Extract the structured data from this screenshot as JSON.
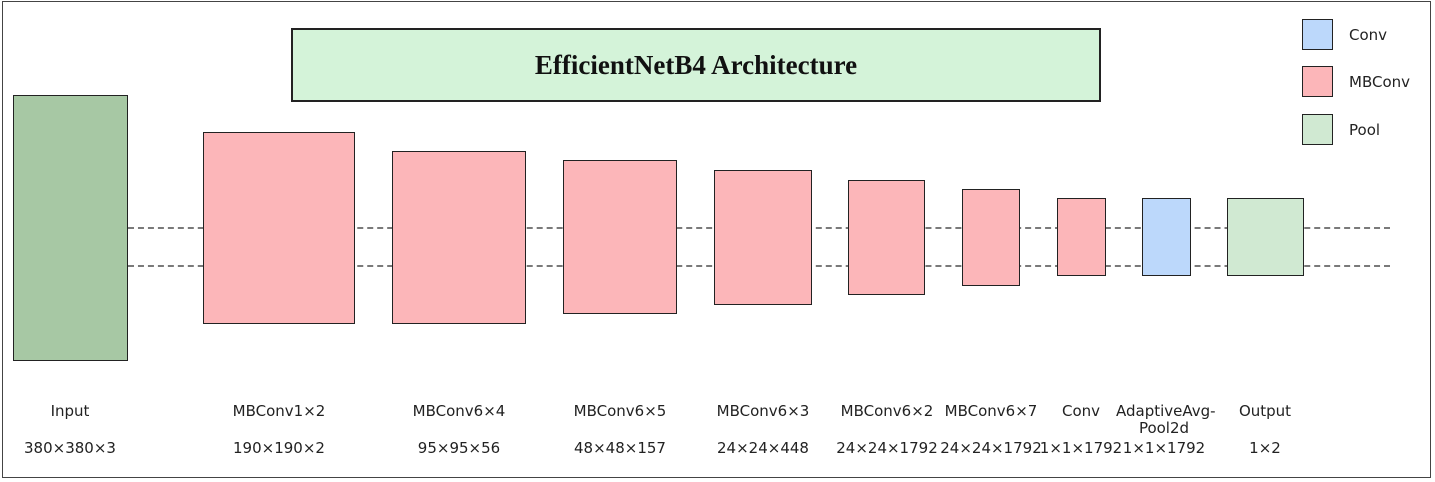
{
  "title": "EfficientNetB4 Architecture",
  "colors": {
    "Conv": "#bcd8fb",
    "MBConv": "#fcb6b9",
    "Pool": "#d0e9d2",
    "Input": "#a7c8a4"
  },
  "legend": [
    {
      "label": "Conv",
      "type": "Conv"
    },
    {
      "label": "MBConv",
      "type": "MBConv"
    },
    {
      "label": "Pool",
      "type": "Pool"
    }
  ],
  "layers": [
    {
      "label": "Input",
      "dims": "380×380×3",
      "type": "Input"
    },
    {
      "label": "MBConv1×2",
      "dims": "190×190×2",
      "type": "MBConv"
    },
    {
      "label": "MBConv6×4",
      "dims": "95×95×56",
      "type": "MBConv"
    },
    {
      "label": "MBConv6×5",
      "dims": "48×48×157",
      "type": "MBConv"
    },
    {
      "label": "MBConv6×3",
      "dims": "24×24×448",
      "type": "MBConv"
    },
    {
      "label": "MBConv6×2",
      "dims": "24×24×1792",
      "type": "MBConv"
    },
    {
      "label": "MBConv6×7",
      "dims": "24×24×1792",
      "type": "MBConv"
    },
    {
      "label": "Conv",
      "dims": "1×1×1792",
      "type": "MBConv"
    },
    {
      "label": "AdaptiveAvg-Pool2d",
      "dims": "1×1×1792",
      "type": "Conv"
    },
    {
      "label": "Output",
      "dims": "1×2",
      "type": "Pool"
    }
  ]
}
